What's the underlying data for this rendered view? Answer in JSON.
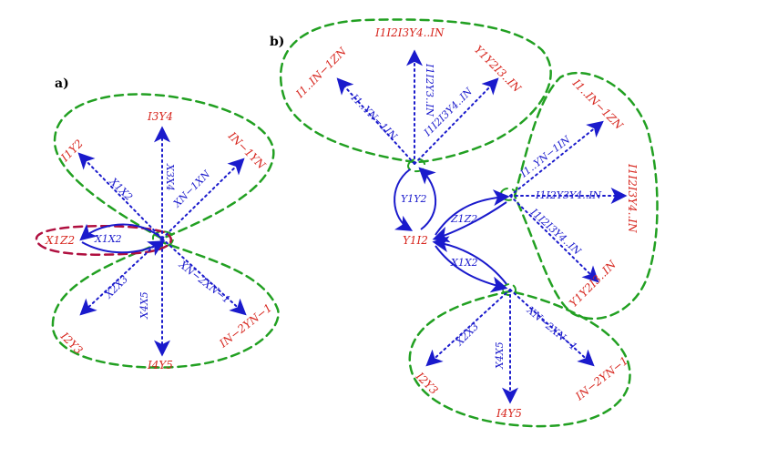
{
  "colors": {
    "arrow": "#1a1acc",
    "node_text": "#d7261e",
    "group_green": "#22a022",
    "group_red": "#b01040",
    "edge_text": "#1a1acc"
  },
  "panel_a": {
    "label": "a)",
    "nodes": {
      "i3y4": "I3Y4",
      "i1y2": "I1Y2",
      "in1yn": "IN−1YN",
      "x1z2": "X1Z2",
      "i2y3": "I2Y3",
      "in2yn1": "IN−2YN−1",
      "i4y5": "I4Y5"
    },
    "edges": {
      "x1x2_top": "X1X2",
      "x3x4": "X3X4",
      "xn1xn": "XN−1XN",
      "x1x2_loop": "X1X2",
      "x2x3": "X2X3",
      "x4x5": "X4X5",
      "xn2xn1": "XN−2XN−1"
    }
  },
  "panel_b": {
    "label": "b)",
    "nodes": {
      "i1i2i3y4in": "I1I2I3Y4..IN",
      "i1in1zn_top": "I1..IN−1ZN",
      "y1y2i3in": "Y1Y2I3..IN",
      "y1i2": "Y1I2",
      "i1in1zn_right": "I1..IN−1ZN",
      "i1i2i3y4in_right": "I1I2I3Y4..IN",
      "y1y2i3in_right": "Y1Y2I3..IN",
      "i2y3": "I2Y3",
      "i4y5": "I4Y5",
      "in2yn1": "IN−2YN−1"
    },
    "edges": {
      "i1i2y3in_top": "I1I2Y3..IN",
      "i1yn1in_top": "I1..YN−1IN",
      "i1i2i3y4in_edge": "I1I2I3Y4..IN",
      "y1y2": "Y1Y2",
      "z1z2": "Z1Z2",
      "x1x2": "X1X2",
      "i1yn1in_right": "I1..YN−1IN",
      "i1i2y3y4in": "I1I2Y3Y4..IN",
      "i1i2i3y4in_right_edge": "I1I2I3Y4..IN",
      "x2x3": "X2X3",
      "x4x5": "X4X5",
      "xn2xn1": "XN−2XN−1"
    }
  }
}
